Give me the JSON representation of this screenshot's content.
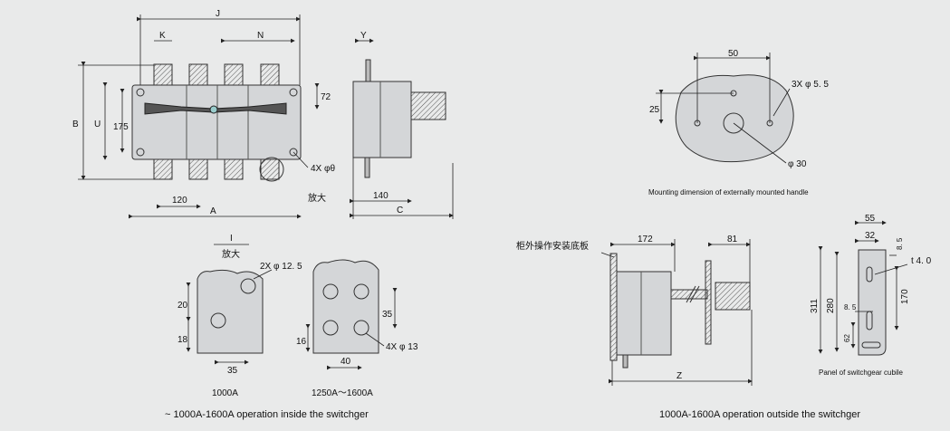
{
  "left_caption": "~ 1000A-1600A operation inside the switchger",
  "right_caption": "1000A-1600A operation outside the switchger",
  "front_view": {
    "dim_J": "J",
    "dim_K": "K",
    "dim_N": "N",
    "dim_B": "B",
    "dim_U": "U",
    "dim_175": "175",
    "dim_72": "72",
    "dim_120": "120",
    "dim_A": "A",
    "holes": "4X φθ",
    "zoom": "放大"
  },
  "side_view": {
    "dim_Y": "Y",
    "dim_140": "140",
    "dim_C": "C"
  },
  "detail_1000A": {
    "section": "I",
    "zoom": "放大",
    "holes": "2X φ 12. 5",
    "dim_20": "20",
    "dim_18": "18",
    "dim_35": "35",
    "label": "1000A"
  },
  "detail_1250A": {
    "holes": "4X φ 13",
    "dim_35": "35",
    "dim_16": "16",
    "dim_40": "40",
    "label": "1250A～1600A"
  },
  "handle_mount": {
    "dim_50": "50",
    "dim_25": "25",
    "holes": "3X φ 5. 5",
    "center": "φ 30",
    "caption": "Mounting dimension of externally mounted handle"
  },
  "external_view": {
    "panel_label": "柜外操作安装底板",
    "dim_172": "172",
    "dim_81": "81",
    "dim_Z": "Z"
  },
  "panel": {
    "dim_55": "55",
    "dim_32": "32",
    "dim_8_5_top": "8. 5",
    "thickness": "t 4. 0",
    "dim_311": "311",
    "dim_280": "280",
    "dim_170": "170",
    "dim_8_5_mid": "8. 5",
    "dim_62": "62",
    "caption": "Panel of switchgear cubile"
  }
}
